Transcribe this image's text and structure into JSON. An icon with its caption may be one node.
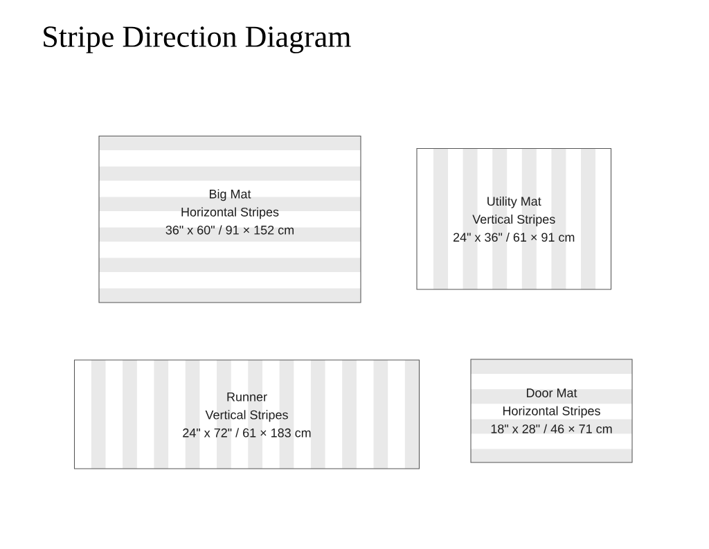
{
  "diagram": {
    "title": "Stripe Direction Diagram",
    "nodes": [
      {
        "text": [
          "Big Mat",
          "Horizontal Stripes",
          "36\" x 60\" / 91 × 152 cm"
        ]
      },
      {
        "text": [
          "Utility Mat",
          "Vertical Stripes",
          "24\" x 36\" / 61 × 91 cm"
        ]
      },
      {
        "text": [
          "Runner",
          "Vertical Stripes",
          "24\" x 72\" / 61 × 183 cm"
        ]
      },
      {
        "text": [
          "Door Mat",
          "Horizontal Stripes",
          "18\" x 28\" / 46 × 71 cm"
        ]
      }
    ]
  }
}
